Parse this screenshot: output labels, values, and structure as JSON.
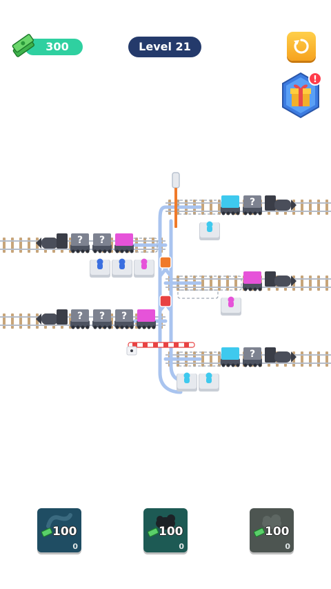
{
  "hud": {
    "cash_amount": "300",
    "level_label": "Level 21",
    "gift_badge": "!"
  },
  "colors": {
    "cyan": "#3ec9ee",
    "magenta": "#e653d9",
    "blue": "#3a6fe0",
    "orange": "#f07a2a",
    "red": "#e84242",
    "mystery": "#7d8290",
    "engine": "#3a3d47",
    "rail": "#c7a57a",
    "track_ring": "#a9c4ef"
  },
  "trains": [
    {
      "id": "top-right-train",
      "direction": "left",
      "cars": [
        "cyan",
        "mystery",
        "engine"
      ]
    },
    {
      "id": "mid-left-train",
      "direction": "right",
      "cars": [
        "engine",
        "mystery",
        "mystery",
        "magenta"
      ]
    },
    {
      "id": "mid-right-train",
      "direction": "left",
      "cars": [
        "magenta",
        "engine"
      ]
    },
    {
      "id": "low-left-train",
      "direction": "right",
      "cars": [
        "engine",
        "mystery",
        "mystery",
        "mystery",
        "magenta"
      ]
    },
    {
      "id": "bottom-right-train",
      "direction": "left",
      "cars": [
        "cyan",
        "mystery",
        "engine"
      ]
    }
  ],
  "mystery_label": "?",
  "passenger_platforms": [
    {
      "group": "top",
      "colors": [
        "cyan"
      ]
    },
    {
      "group": "left",
      "colors": [
        "blue",
        "blue",
        "magenta"
      ]
    },
    {
      "group": "mid",
      "colors": [
        "magenta"
      ]
    },
    {
      "group": "bottom",
      "colors": [
        "cyan",
        "cyan"
      ]
    }
  ],
  "switch_blocks": [
    "orange",
    "red"
  ],
  "boosters": [
    {
      "cost": "100",
      "count": "0",
      "bg": "#1f4d63",
      "icon": "reroute-icon"
    },
    {
      "cost": "100",
      "count": "0",
      "bg": "#1d5a54",
      "icon": "bomb-icon"
    },
    {
      "cost": "100",
      "count": "0",
      "bg": "#4d5551",
      "icon": "cloud-icon"
    }
  ]
}
